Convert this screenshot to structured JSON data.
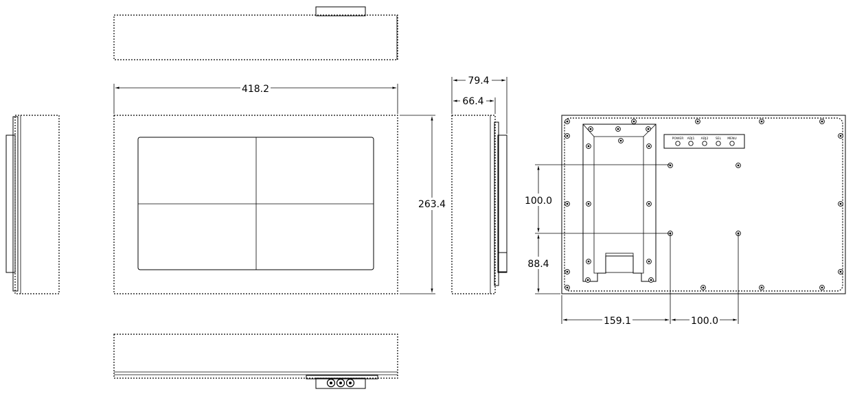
{
  "dimensions": {
    "front_width": "418.2",
    "front_height": "263.4",
    "side_total_depth": "79.4",
    "side_body_depth": "66.4",
    "rear_vesa_vertical": "100.0",
    "rear_bottom_offset": "88.4",
    "rear_left_offset": "159.1",
    "rear_vesa_horizontal": "100.0"
  },
  "rear_panel": {
    "port_labels": [
      "POWER",
      "ADJ1",
      "ADJ2",
      "SEL",
      "MENU"
    ]
  },
  "colors": {
    "line": "#000000",
    "background": "#ffffff"
  }
}
